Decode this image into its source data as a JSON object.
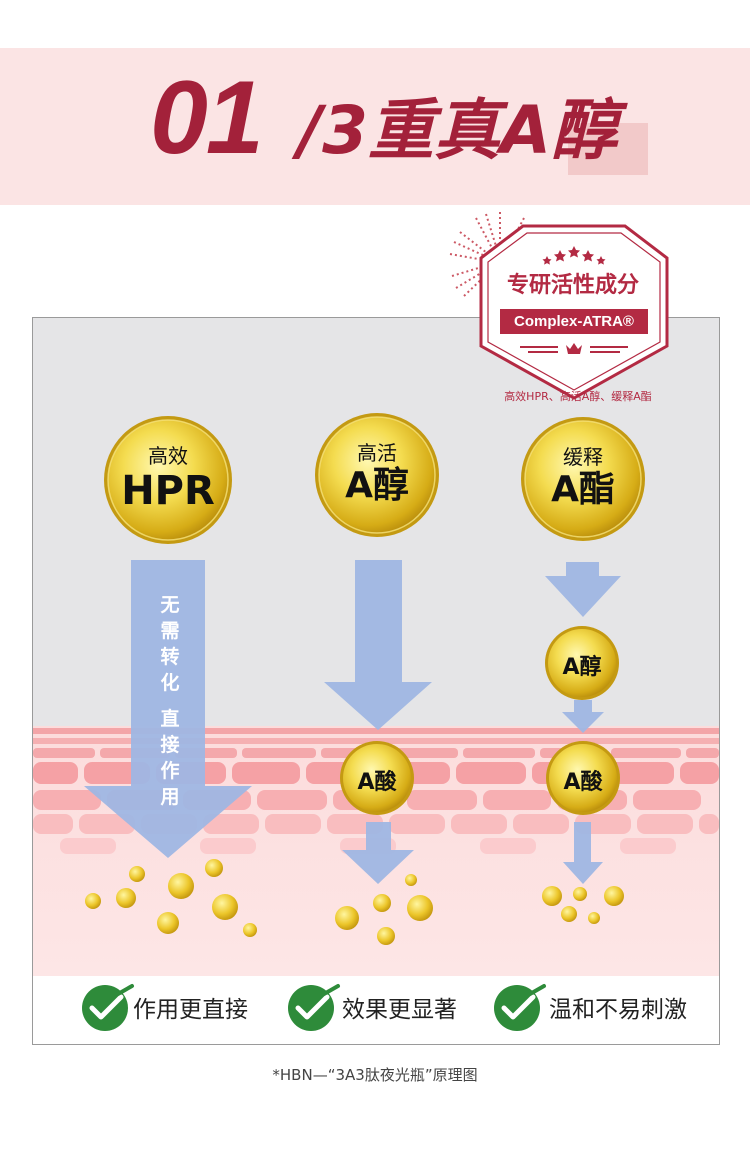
{
  "header": {
    "number": "01",
    "title": "/3重真A醇"
  },
  "badge": {
    "title": "专研活性成分",
    "subtitle": "Complex-ATRA®",
    "note": "高效HPR、高活A醇、缓释A酯"
  },
  "coins": [
    {
      "top": "高效",
      "main": "HPR"
    },
    {
      "top": "高活",
      "main": "A醇"
    },
    {
      "top": "缓释",
      "main": "A酯"
    }
  ],
  "mini_coins": {
    "mid_right": "A醇",
    "acid_center": "A酸",
    "acid_right": "A酸"
  },
  "arrow_text": [
    "无",
    "需",
    "转",
    "化",
    "",
    "直",
    "接",
    "作",
    "用"
  ],
  "benefits": [
    {
      "label": "作用更直接"
    },
    {
      "label": "效果更显著"
    },
    {
      "label": "温和不易刺激"
    }
  ],
  "footnote": "*HBN—“3A3肽夜光瓶”原理图",
  "colors": {
    "brand": "#a3213a",
    "check_green": "#2e8b3a",
    "arrow_blue": "#9fb6e3",
    "skin_pink": "#f7b8b8"
  }
}
